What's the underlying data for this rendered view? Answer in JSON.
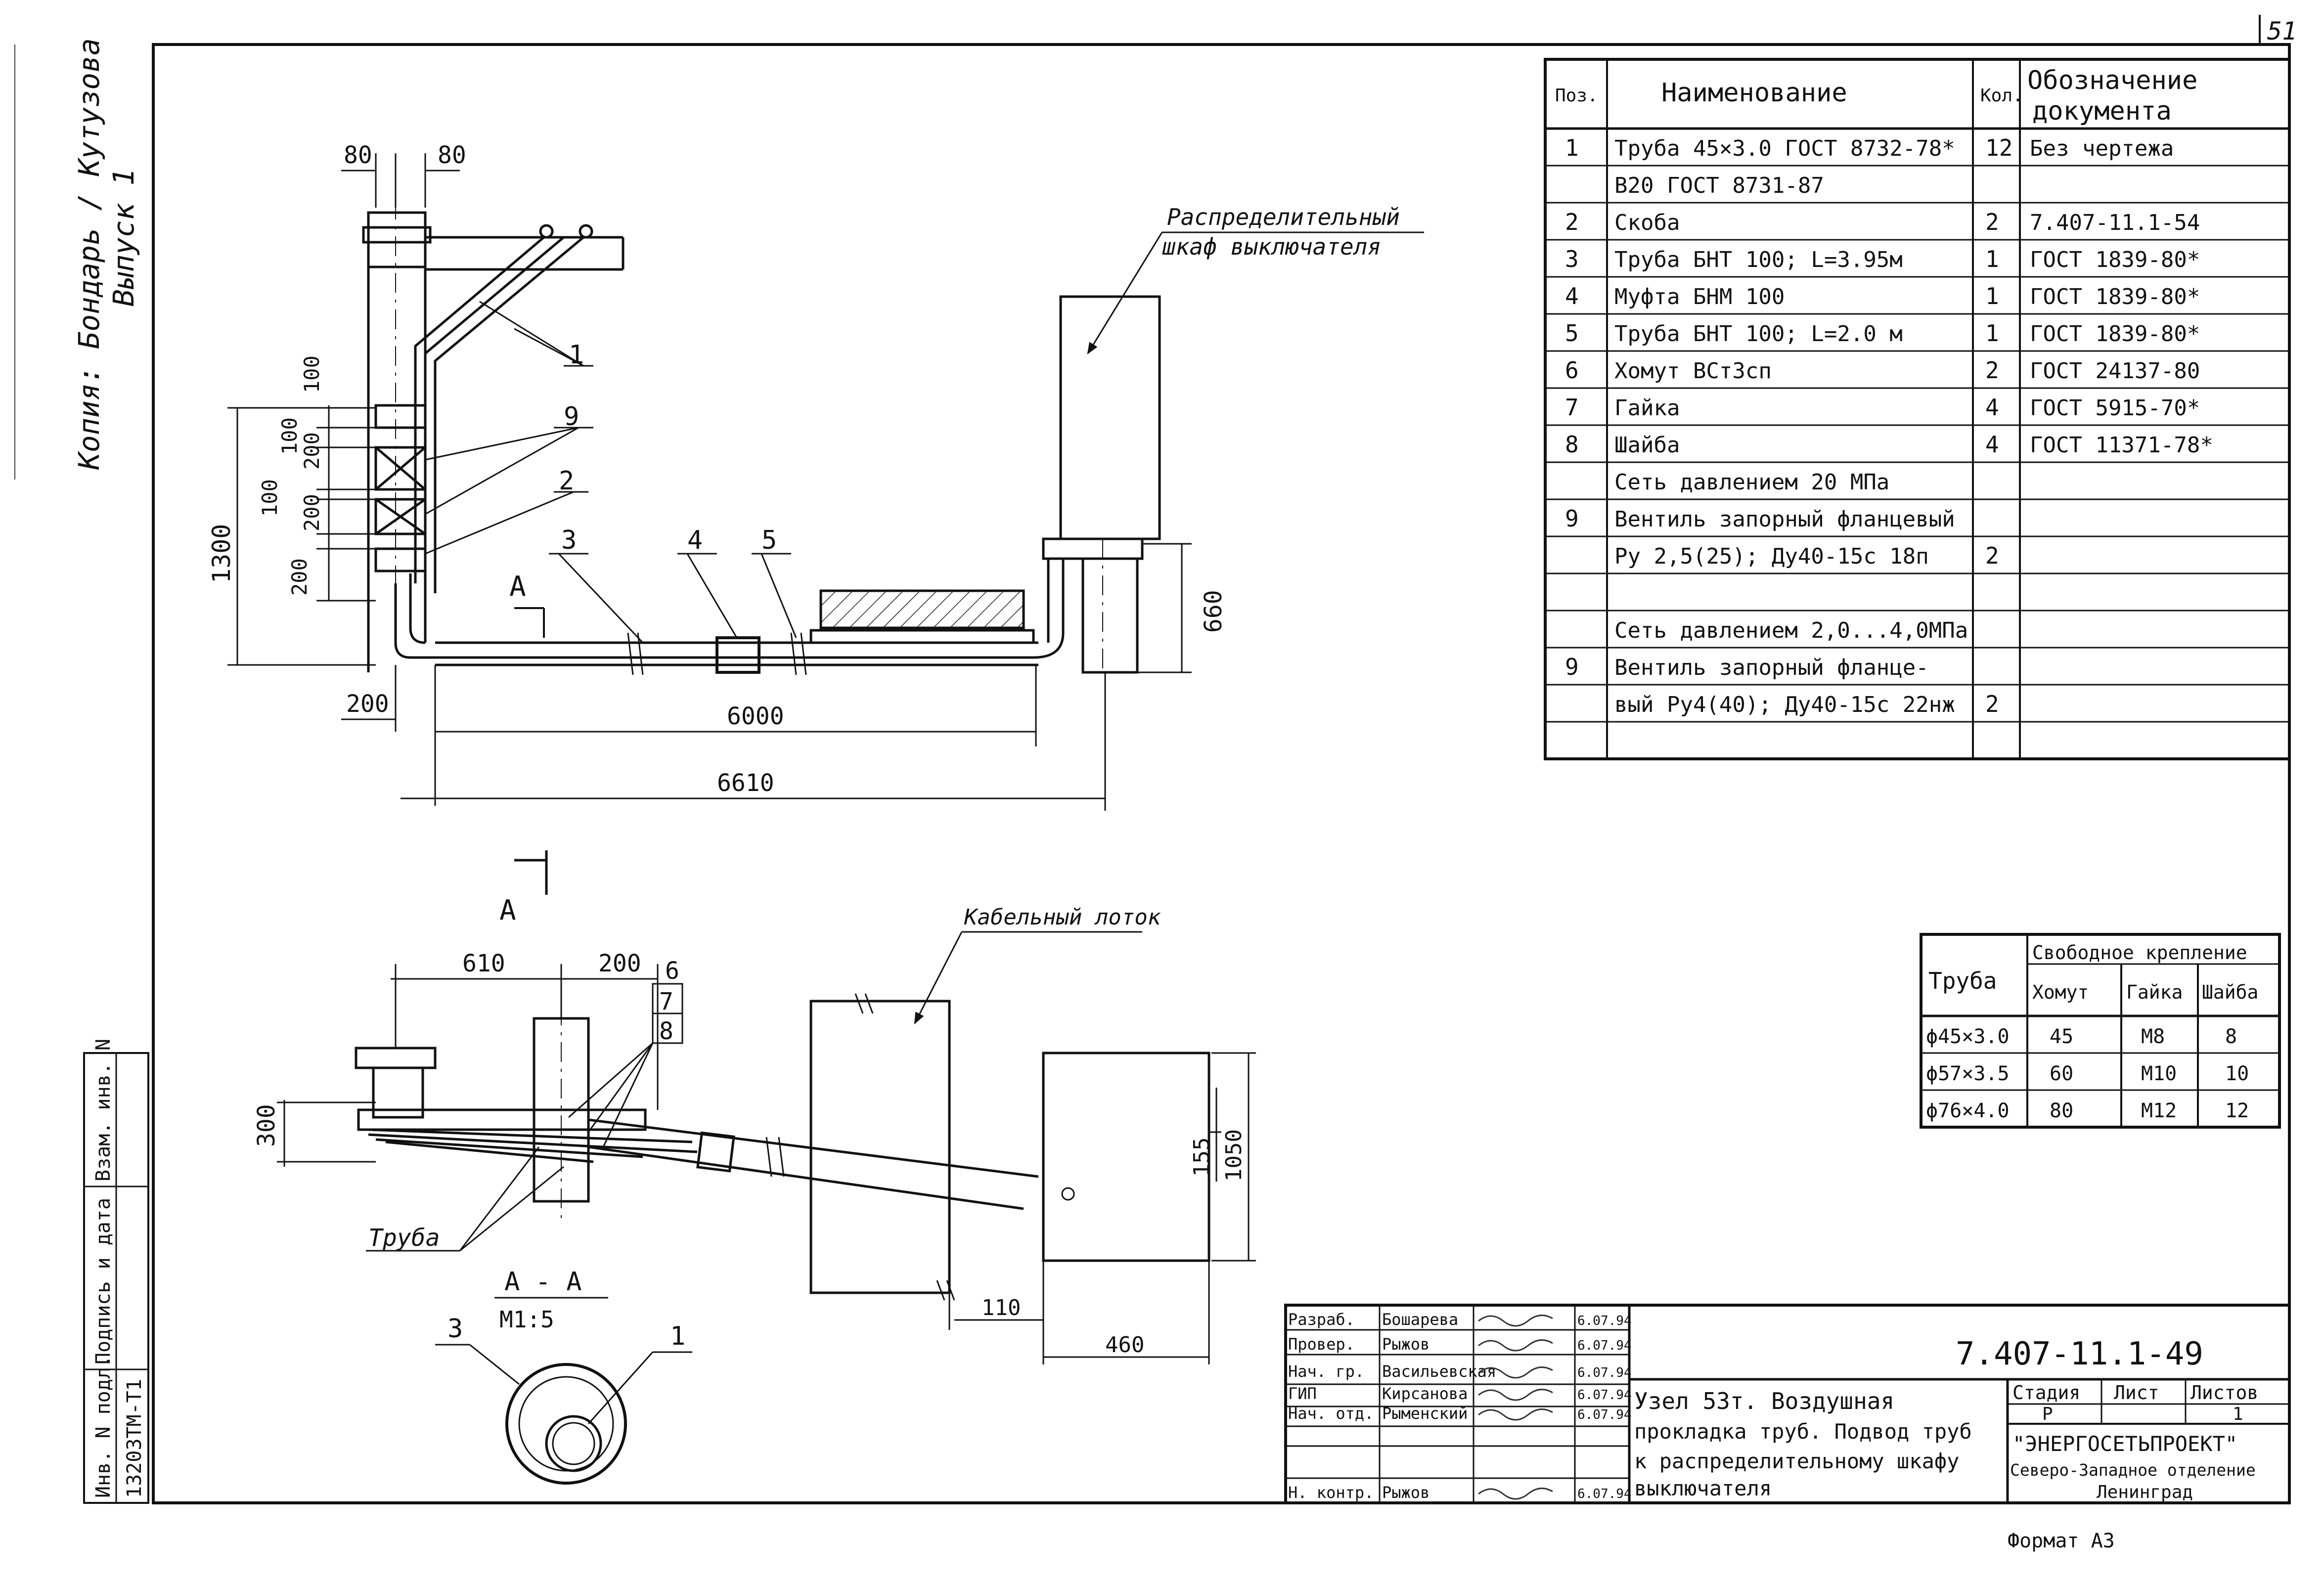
{
  "page_number": "51",
  "side_notes": {
    "top": "Копия: Бондарь / Кутузова",
    "series": "Выпуск 1",
    "stamp_col1": "Инв. N подл.",
    "stamp_col2": "Подпись и дата",
    "stamp_col3": "Взам. инв. N",
    "archive": "13203ТМ-Т1"
  },
  "views": {
    "main": {
      "label_cabinet": [
        "Распределительный",
        "шкаф выключателя"
      ],
      "dims": {
        "top_left": "80",
        "top_right": "80",
        "d100_a": "100",
        "d100_b": "100",
        "d200_a": "200",
        "d200_b": "200",
        "d200_c": "200",
        "d200_d": "200",
        "height_total": "1300",
        "left_offset": "200",
        "length": "6000",
        "full_length": "6610",
        "height_right": "660"
      },
      "section_mark": "А",
      "callouts": [
        "1",
        "9",
        "2",
        "3",
        "4",
        "5"
      ]
    },
    "plan": {
      "label_tray": "Кабельный лоток",
      "label_pipe": "Труба",
      "section_mark": "А",
      "dims": {
        "d610": "610",
        "d200": "200",
        "d300": "300",
        "d155": "155",
        "d1050": "1050",
        "d110": "110",
        "d460": "460"
      },
      "callouts": [
        "6",
        "7",
        "8"
      ]
    },
    "section": {
      "title": "А - А",
      "scale": "М1:5",
      "callouts": [
        "3",
        "1"
      ]
    }
  },
  "spec_table": {
    "headers": [
      "Поз.",
      "Наименование",
      "Кол.",
      "Обозначение документа"
    ],
    "rows": [
      {
        "pos": "1",
        "name": "Труба 45×3.0 ГОСТ 8732-78*",
        "qty": "12",
        "doc": "Без чертежа"
      },
      {
        "pos": "",
        "name": "В20 ГОСТ 8731-87",
        "qty": "",
        "doc": ""
      },
      {
        "pos": "2",
        "name": "Скоба",
        "qty": "2",
        "doc": "7.407-11.1-54"
      },
      {
        "pos": "3",
        "name": "Труба БНТ 100; L=3.95м",
        "qty": "1",
        "doc": "ГОСТ 1839-80*"
      },
      {
        "pos": "4",
        "name": "Муфта БНМ 100",
        "qty": "1",
        "doc": "ГОСТ 1839-80*"
      },
      {
        "pos": "5",
        "name": "Труба БНТ 100; L=2.0 м",
        "qty": "1",
        "doc": "ГОСТ 1839-80*"
      },
      {
        "pos": "6",
        "name": "Хомут      ВСт3сп",
        "qty": "2",
        "doc": "ГОСТ 24137-80"
      },
      {
        "pos": "7",
        "name": "Гайка",
        "qty": "4",
        "doc": "ГОСТ 5915-70*"
      },
      {
        "pos": "8",
        "name": "Шайба",
        "qty": "4",
        "doc": "ГОСТ 11371-78*"
      },
      {
        "pos": "",
        "name": "Сеть давлением 20 МПа",
        "qty": "",
        "doc": ""
      },
      {
        "pos": "9",
        "name": "Вентиль запорный фланцевый",
        "qty": "",
        "doc": ""
      },
      {
        "pos": "",
        "name": "Ру 2,5(25); Ду40-15с 18п",
        "qty": "2",
        "doc": ""
      },
      {
        "pos": "",
        "name": "",
        "qty": "",
        "doc": ""
      },
      {
        "pos": "",
        "name": "Сеть давлением 2,0...4,0МПа",
        "qty": "",
        "doc": ""
      },
      {
        "pos": "9",
        "name": "Вентиль запорный фланце-",
        "qty": "",
        "doc": ""
      },
      {
        "pos": "",
        "name": "вый Ру4(40); Ду40-15с 22нж",
        "qty": "2",
        "doc": ""
      },
      {
        "pos": "",
        "name": "",
        "qty": "",
        "doc": ""
      }
    ]
  },
  "fix_table": {
    "header_pipe": "Труба",
    "header_group": "Свободное крепление",
    "sub_headers": [
      "Хомут",
      "Гайка",
      "Шайба"
    ],
    "rows": [
      {
        "pipe": "ϕ45×3.0",
        "clamp": "45",
        "nut": "М8",
        "washer": "8"
      },
      {
        "pipe": "ϕ57×3.5",
        "clamp": "60",
        "nut": "М10",
        "washer": "10"
      },
      {
        "pipe": "ϕ76×4.0",
        "clamp": "80",
        "nut": "М12",
        "washer": "12"
      }
    ]
  },
  "title_block": {
    "doc_number": "7.407-11.1-49",
    "roles": [
      {
        "role": "Разраб.",
        "name": "Бошарева",
        "date": "6.07.94"
      },
      {
        "role": "Провер.",
        "name": "Рыжов",
        "date": "6.07.94"
      },
      {
        "role": "Нач. гр.",
        "name": "Васильевская",
        "date": "6.07.94"
      },
      {
        "role": "ГИП",
        "name": "Кирсанова",
        "date": "6.07.94"
      },
      {
        "role": "Нач. отд.",
        "name": "Рыменский",
        "date": "6.07.94"
      },
      {
        "role": "Н. контр.",
        "name": "Рыжов",
        "date": "6.07.94"
      }
    ],
    "title_lines": [
      "Узел 53т.  Воздушная",
      "прокладка труб. Подвод труб",
      "к распределительному шкафу",
      "выключателя"
    ],
    "stage_label": "Стадия",
    "sheet_label": "Лист",
    "sheets_label": "Листов",
    "stage": "Р",
    "sheet": "",
    "sheets": "1",
    "org_lines": [
      "\"ЭНЕРГОСЕТЬПРОЕКТ\"",
      "Северо-Западное отделение",
      "Ленинград"
    ],
    "format": "Формат А3"
  }
}
